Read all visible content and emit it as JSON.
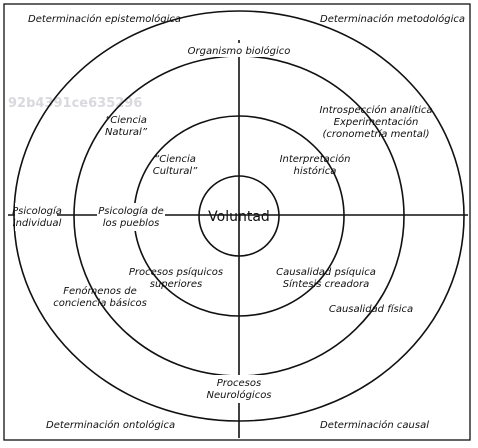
{
  "labels": {
    "corner_top_left": "Determinación epistemológica",
    "corner_top_right": "Determinación metodológica",
    "corner_bottom_left": "Determinación ontológica",
    "corner_bottom_right": "Determinación causal",
    "top": "Organismo biológico",
    "right_top_l1": "Introspección analítica",
    "right_top_l2": "Experimentación",
    "right_top_l3": "(cronometría mental)",
    "ciencia_natural_l1": "“Ciencia",
    "ciencia_natural_l2": "Natural”",
    "ciencia_cultural_l1": "“Ciencia",
    "ciencia_cultural_l2": "Cultural”",
    "interpretacion_l1": "Interpretación",
    "interpretacion_l2": "histórica",
    "psicologia_individual_l1": "Psicología",
    "psicologia_individual_l2": "Individual",
    "psicologia_pueblos_l1": "Psicología de",
    "psicologia_pueblos_l2": "los pueblos",
    "center": "Voluntad",
    "procesos_superiores_l1": "Procesos psíquicos",
    "procesos_superiores_l2": "superiores",
    "causalidad_psiquica_l1": "Causalidad psíquica",
    "causalidad_psiquica_l2": "Síntesis creadora",
    "fenomenos_l1": "Fenómenos de",
    "fenomenos_l2": "conciencia básicos",
    "causalidad_fisica": "Causalidad física",
    "bottom_l1": "Procesos",
    "bottom_l2": "Neurológicos"
  },
  "watermark": "92b4391ce635296",
  "colors": {
    "stroke": "#111111",
    "background": "#ffffff",
    "watermark": "#d9d9de"
  }
}
